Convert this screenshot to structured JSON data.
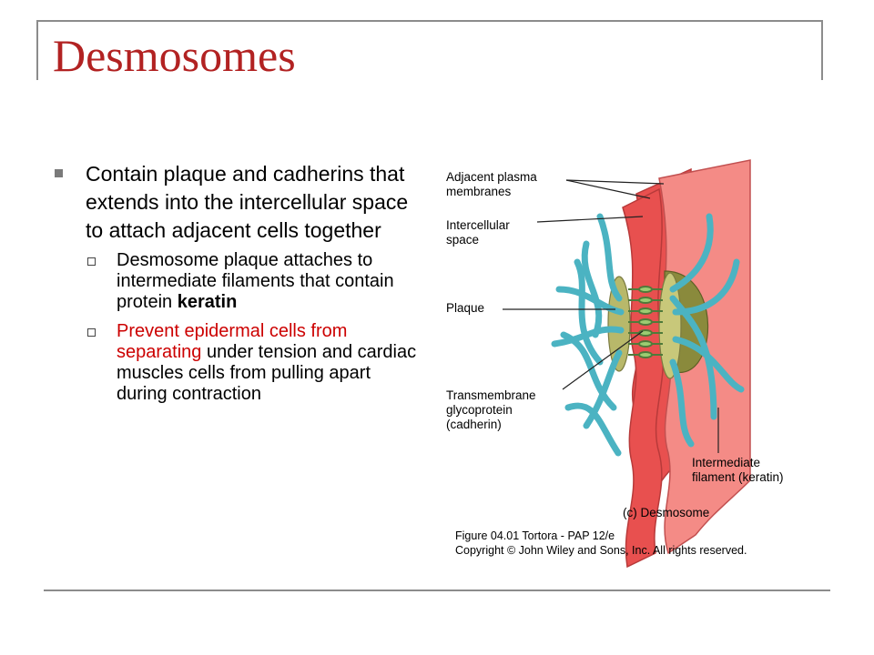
{
  "title": "Desmosomes",
  "main_bullet": "Contain plaque and cadherins that extends into the intercellular space to attach adjacent cells together",
  "sub_bullets": [
    {
      "parts": [
        {
          "text": "Desmosome plaque attaches to intermediate filaments that contain protein ",
          "style": "normal"
        },
        {
          "text": "keratin",
          "style": "bold"
        }
      ]
    },
    {
      "parts": [
        {
          "text": "Prevent epidermal cells from separating",
          "style": "red"
        },
        {
          "text": " under tension and cardiac muscles cells from pulling apart during contraction",
          "style": "normal"
        }
      ]
    }
  ],
  "figure": {
    "labels": {
      "adjacent_membranes_1": "Adjacent plasma",
      "adjacent_membranes_2": "membranes",
      "intercellular_space_1": "Intercellular",
      "intercellular_space_2": "space",
      "plaque": "Plaque",
      "transmembrane_1": "Transmembrane",
      "transmembrane_2": "glycoprotein",
      "transmembrane_3": "(cadherin)",
      "intermediate_1": "Intermediate",
      "intermediate_2": "filament (keratin)",
      "panel_title": "(c) Desmosome"
    },
    "caption_line1": "Figure 04.01  Tortora - PAP 12/e",
    "caption_line2": "Copyright © John Wiley and Sons, Inc. All rights reserved.",
    "colors": {
      "membrane": "#e8504f",
      "membrane_light": "#f48b86",
      "plaque": "#b8b86a",
      "filament": "#4bb3c2"
    }
  }
}
